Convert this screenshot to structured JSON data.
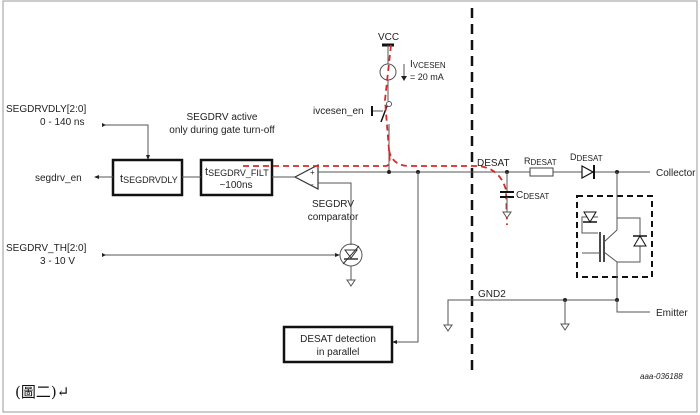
{
  "title": "SEGDRV desaturation detection circuit",
  "labels": {
    "vcc": "VCC",
    "ivcesen_main": "I",
    "ivcesen_sub": "VCESEN",
    "ivcesen_value": "= 20 mA",
    "ivcesen_en": "ivcesen_en",
    "segdrvdly_reg": "SEGDRVDLY[2:0]",
    "segdrvdly_range": "0 - 140 ns",
    "segdrv_active_1": "SEGDRV active",
    "segdrv_active_2": "only during gate turn-off",
    "segdrv_en": "segdrv_en",
    "box_dly_main": "t",
    "box_dly_sub": "SEGDRVDLY",
    "box_filt_main": "t",
    "box_filt_sub": "SEGDRV_FILT",
    "box_filt_value": "~100ns",
    "comparator_1": "SEGDRV",
    "comparator_2": "comparator",
    "plus": "+",
    "minus": "-",
    "segdrv_th_reg": "SEGDRV_TH[2:0]",
    "segdrv_th_range": "3 - 10 V",
    "desat_box_1": "DESAT detection",
    "desat_box_2": "in parallel",
    "desat": "DESAT",
    "r_main": "R",
    "r_sub": "DESAT",
    "d_main": "D",
    "d_sub": "DESAT",
    "c_main": "C",
    "c_sub": "DESAT",
    "collector": "Collector",
    "gnd2": "GND2",
    "emitter": "Emitter",
    "figure_id": "aaa-036188",
    "caption": "(圖二)↵"
  },
  "colors": {
    "signal_path": "#d42a2a",
    "wire": "#555555"
  }
}
